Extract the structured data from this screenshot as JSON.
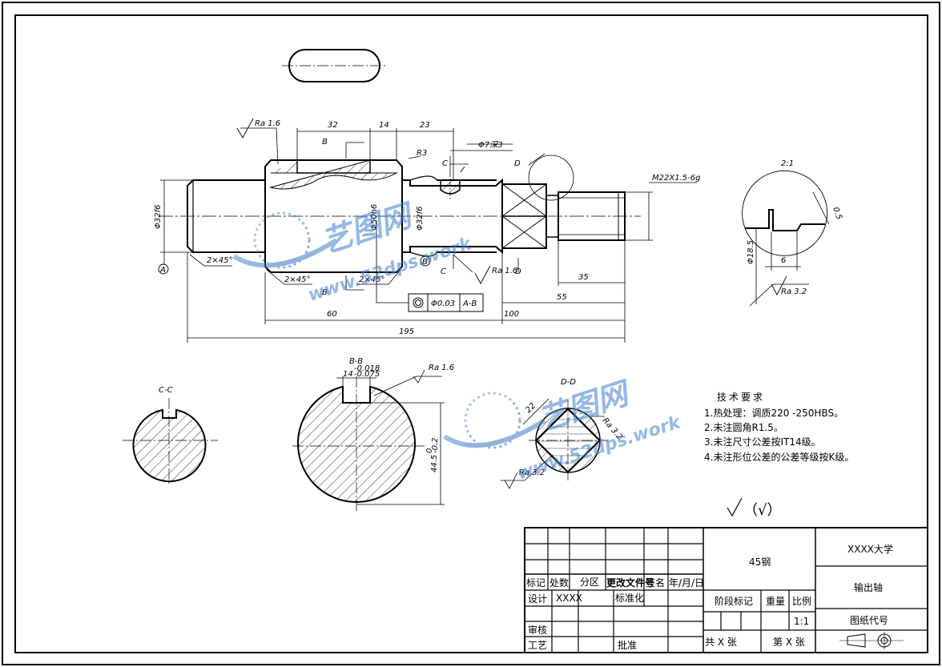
{
  "drawing": {
    "part_name": "输出轴",
    "university": "XXXX大学",
    "material": "45钢",
    "scale": "1:1"
  },
  "watermark": {
    "brand": "艺图网",
    "url": "www.52dps.work"
  },
  "main_view": {
    "dims": {
      "d32": "32",
      "d14": "14",
      "d23": "23",
      "r3": "R3",
      "hole": "Φ7深3",
      "thread": "M22X1.5-6g",
      "d60": "60",
      "d100": "100",
      "d55": "55",
      "d35": "35",
      "d195": "195",
      "dia_left": "Φ32f6",
      "dia_key": "Φ50h6",
      "dia_mid": "Φ32f6",
      "chamfer1": "2×45°",
      "chamfer2": "2×45°",
      "chamfer3": "2×45°",
      "ra_top": "Ra 1.6",
      "ra_mid": "Ra 1.6"
    },
    "section_labels": {
      "b_top": "B",
      "b_bot": "B",
      "c_top": "C",
      "c_bot": "C",
      "d_top": "D",
      "d_bot": "D"
    },
    "datum_a": "A",
    "datum_b": "B",
    "tolerance_frame": {
      "symbol": "◎",
      "value": "Φ0.03",
      "datum": "A-B"
    }
  },
  "detail_view": {
    "scale": "2:1",
    "d1": "Φ18.5",
    "d2": "6",
    "d3": "0.5",
    "ra": "Ra 3.2"
  },
  "section_cc": {
    "title": "C-C"
  },
  "section_bb": {
    "title": "B-B",
    "tol_upper": "-0.018",
    "width": "14",
    "tol_lower": "-0.075",
    "ra": "Ra 1.6",
    "depth": "44.5",
    "depth_tol_upper": "0",
    "depth_tol_lower": "-0.2"
  },
  "section_dd": {
    "title": "D-D",
    "size": "22",
    "ra1": "Ra 3.2",
    "ra2": "Ra 3.2"
  },
  "tech_req": {
    "title": "技术要求",
    "items": [
      "1.热处理：调质220 -250HBS。",
      "2.未注圆角R1.5。",
      "3.未注尺寸公差按IT14级。",
      "4.未注形位公差的公差等级按K级。"
    ]
  },
  "roughness_note": "（√）",
  "title_block": {
    "hdr_mark": "标记",
    "hdr_count": "处数",
    "hdr_zone": "分区",
    "hdr_doc": "更改文件号",
    "hdr_sign": "签名",
    "hdr_date": "年/月/日",
    "design": "设计",
    "design_name": "XXXX",
    "standardize": "标准化",
    "review": "审核",
    "process": "工艺",
    "approve": "批准",
    "stage": "阶段标记",
    "weight": "重量",
    "scale_label": "比例",
    "drawing_no": "图纸代号",
    "total_sheets": "共 X 张",
    "sheet_no": "第 X 张"
  }
}
